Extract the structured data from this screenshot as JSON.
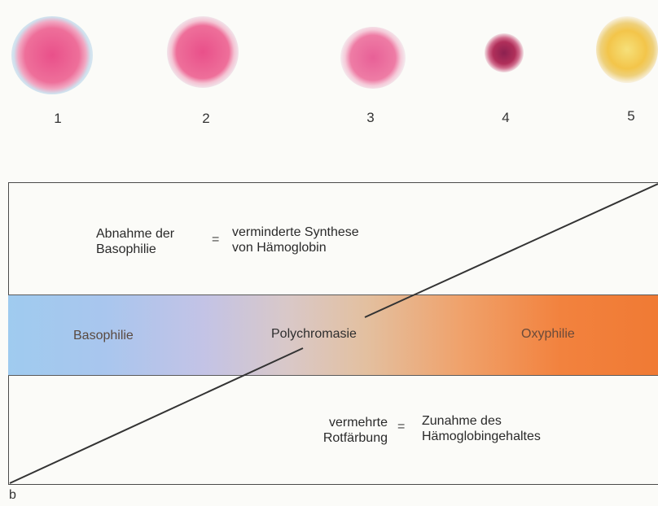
{
  "cells": [
    {
      "number": "1",
      "color": "#e84b78"
    },
    {
      "number": "2",
      "color": "#e84b78"
    },
    {
      "number": "3",
      "color": "#e8659a"
    },
    {
      "number": "4",
      "color": "#b02f5a"
    },
    {
      "number": "5",
      "color": "#f3c54a"
    }
  ],
  "upper_region": {
    "left_text_line1": "Abnahme der",
    "left_text_line2": "Basophilie",
    "equals": "=",
    "right_text_line1": "verminderte Synthese",
    "right_text_line2": "von Hämoglobin"
  },
  "band": {
    "left_label": "Basophilie",
    "center_label": "Polychromasie",
    "right_label": "Oxyphilie"
  },
  "lower_region": {
    "left_text_line1": "vermehrte",
    "left_text_line2": "Rotfärbung",
    "equals": "=",
    "right_text_line1": "Zunahme des",
    "right_text_line2": "Hämoglobingehaltes"
  },
  "corner_label": "b",
  "colors": {
    "band_blue": "#9fcbef",
    "band_orange": "#f07a34"
  }
}
